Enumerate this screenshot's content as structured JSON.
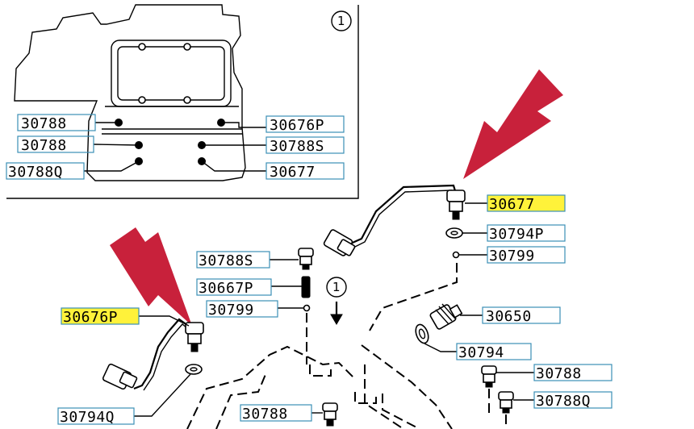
{
  "detail_marker": "1",
  "main_marker": "1",
  "arrow_color": "#c8213b",
  "highlight_color": "#fff23a",
  "box_color": "#3b8fb6",
  "detail_labels": {
    "l1": "30788",
    "l2": "30788",
    "l3": "30788Q",
    "r1": "30676P",
    "r2": "30788S",
    "r3": "30677"
  },
  "main_labels": {
    "sensor_top": "30677",
    "washer_top": "30794P",
    "oring_top": "30799",
    "bolt_s": "30788S",
    "pin": "30667P",
    "oring_mid": "30799",
    "sensor_left": "30676P",
    "plug": "30650",
    "washer_plug": "30794",
    "bolt_r1": "30788",
    "bolt_r2": "30788Q",
    "washer_left": "30794Q",
    "bolt_bottom": "30788"
  },
  "highlighted": [
    "30677",
    "30676P"
  ]
}
